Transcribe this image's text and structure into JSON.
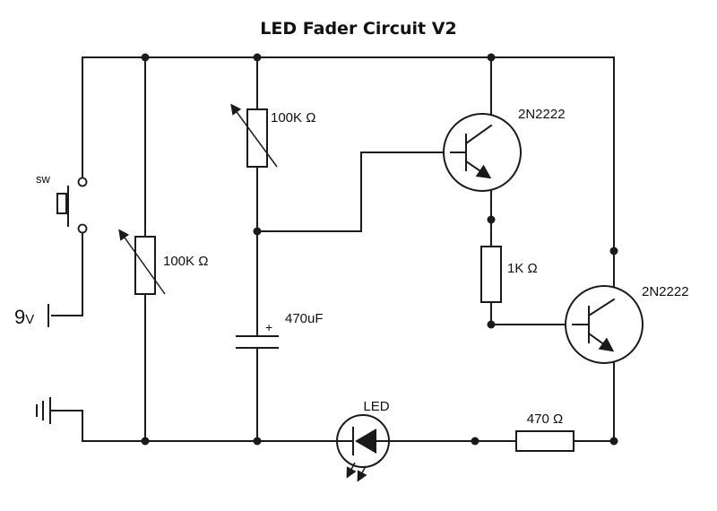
{
  "title": "LED Fader Circuit V2",
  "components": {
    "switch": {
      "label": "sw"
    },
    "battery": {
      "label_main": "9",
      "label_unit": "V"
    },
    "pot_left": {
      "label": "100K Ω"
    },
    "pot_middle": {
      "label": "100K Ω"
    },
    "capacitor": {
      "label": "470uF",
      "polarity": "+"
    },
    "transistor_top": {
      "label": "2N2222"
    },
    "transistor_bottom": {
      "label": "2N2222"
    },
    "resistor_1k": {
      "label": "1K Ω"
    },
    "resistor_470": {
      "label": "470 Ω"
    },
    "led": {
      "label": "LED"
    }
  },
  "colors": {
    "line": "#1a1a1a",
    "background": "#ffffff"
  }
}
